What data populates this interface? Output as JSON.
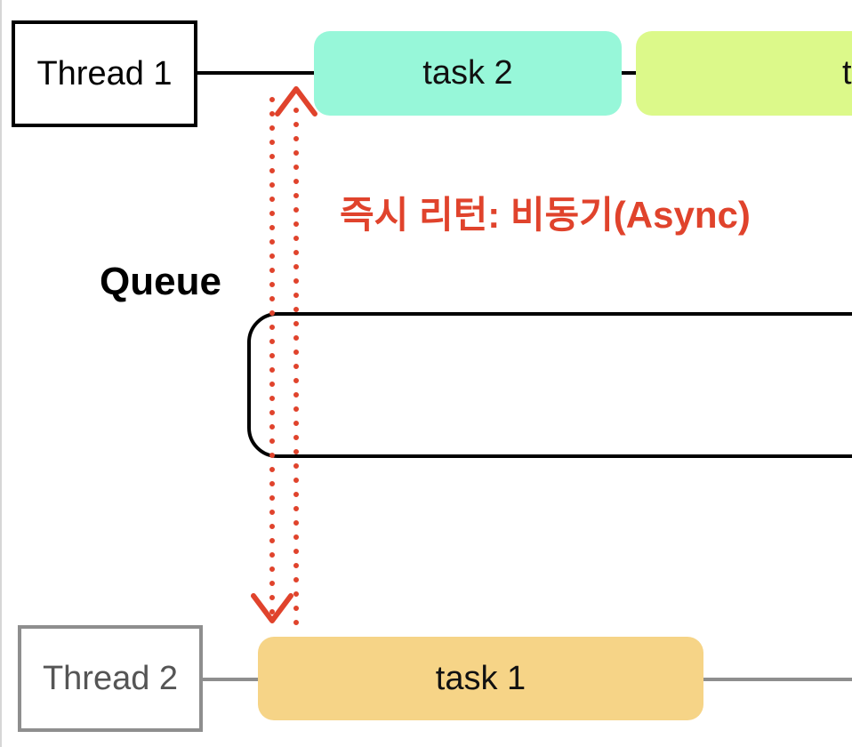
{
  "threads": {
    "thread1": "Thread 1",
    "thread2": "Thread 2"
  },
  "tasks": {
    "task2": "task 2",
    "task3_partial": "t",
    "task1": "task 1"
  },
  "queue": {
    "label": "Queue"
  },
  "annotation": {
    "async_text": "즉시 리턴: 비동기(Async)"
  },
  "colors": {
    "task2": "#97f7d9",
    "task3": "#dcf98a",
    "task1": "#f6d487",
    "arrow": "#e0432c",
    "thread2_border": "#8e8e8e"
  },
  "icons": {
    "up_arrow": "dotted-up-arrow-icon",
    "down_arrow": "dotted-down-arrow-icon"
  }
}
